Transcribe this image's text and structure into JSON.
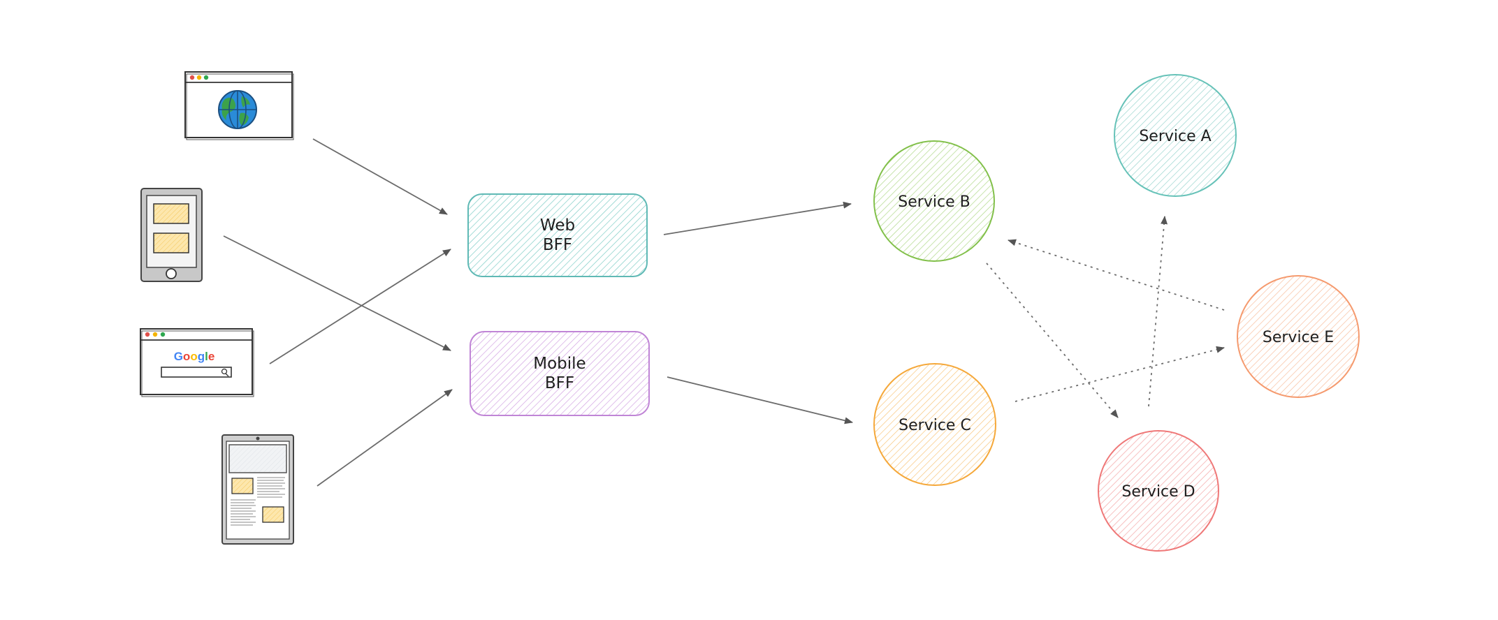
{
  "clients": {
    "browser_web": {
      "icon": "globe-icon"
    },
    "phone": {
      "icon": "mobile-phone-icon"
    },
    "browser_search": {
      "icon": "search-browser-icon",
      "logo_text": "Google"
    },
    "tablet": {
      "icon": "tablet-icon"
    }
  },
  "bffs": {
    "web": {
      "line1": "Web",
      "line2": "BFF",
      "color": "#5fb9b5"
    },
    "mobile": {
      "line1": "Mobile",
      "line2": "BFF",
      "color": "#c085d6"
    }
  },
  "services": {
    "a": {
      "label": "Service A",
      "color": "#66c2b8"
    },
    "b": {
      "label": "Service B",
      "color": "#82c04a"
    },
    "c": {
      "label": "Service C",
      "color": "#f5a83a"
    },
    "d": {
      "label": "Service D",
      "color": "#ef7878"
    },
    "e": {
      "label": "Service E",
      "color": "#f59a6e"
    }
  },
  "colors": {
    "arrow": "#6b6b6b",
    "ink": "#1e1e1e",
    "card_yellow": "#fbdc8e"
  }
}
